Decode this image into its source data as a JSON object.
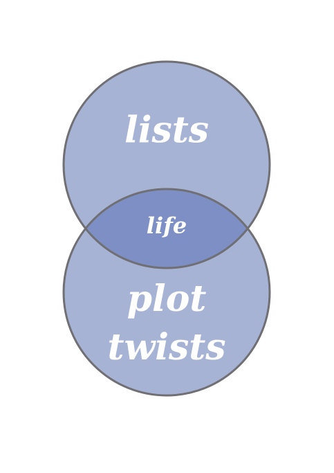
{
  "diagram": {
    "type": "venn",
    "colors": {
      "circle_fill": "#a7b3d5",
      "overlap_fill": "#7d8fc4",
      "outline": "#6f6f74",
      "label": "#ffffff"
    },
    "sets": [
      {
        "id": "top",
        "label": "lists"
      },
      {
        "id": "bottom",
        "label": "plot twists"
      }
    ],
    "intersection": {
      "label": "life"
    }
  }
}
